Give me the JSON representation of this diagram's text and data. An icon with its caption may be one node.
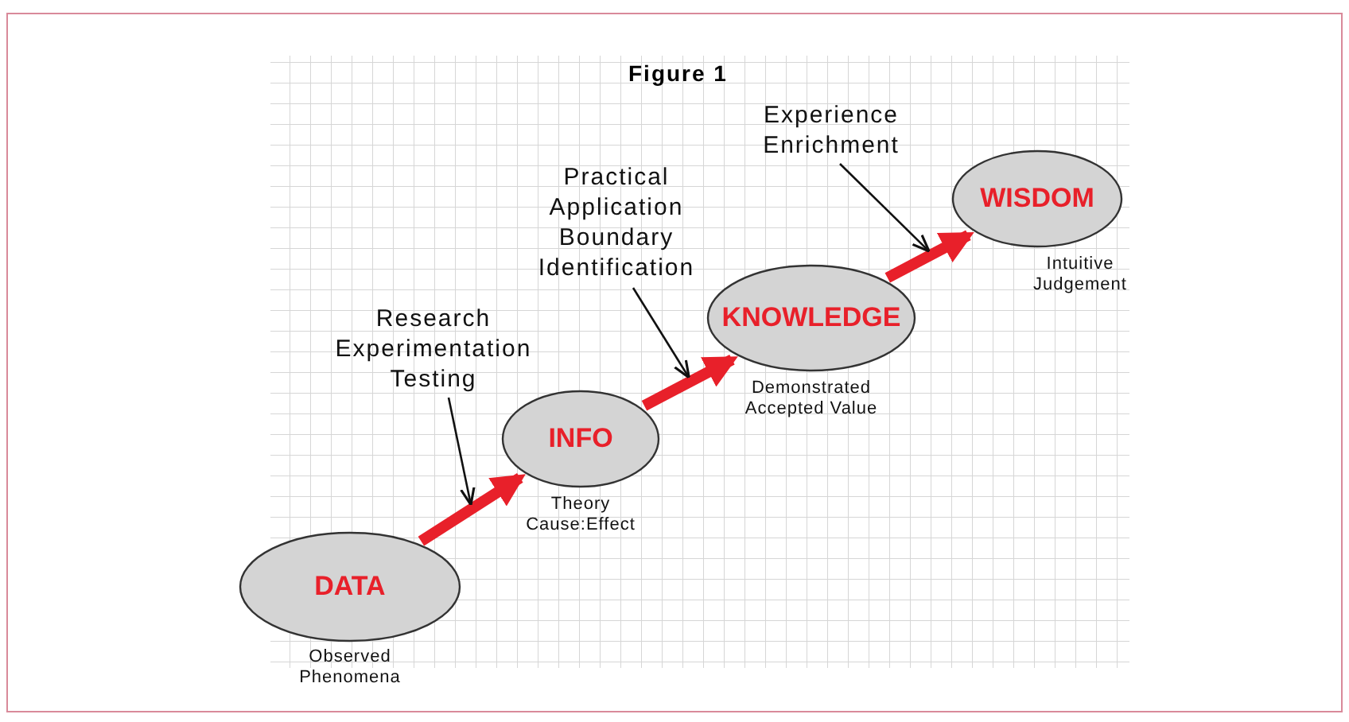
{
  "diagram": {
    "title": "Figure 1",
    "nodes": [
      {
        "text": [
          "DATA"
        ],
        "beside": [
          "Observed Phenomena"
        ]
      },
      {
        "text": [
          "INFO"
        ],
        "beside": [
          "Theory Cause:Effect"
        ]
      },
      {
        "text": [
          "KNOWLEDGE"
        ],
        "beside": [
          "Demonstrated Accepted Value"
        ]
      },
      {
        "text": [
          "WISDOM"
        ],
        "beside": [
          "Intuitive Judgement"
        ]
      },
      {
        "text": [
          "Research Experimentation Testing"
        ]
      },
      {
        "text": [
          "Practical Application Boundary Identification"
        ]
      },
      {
        "text": [
          "Experience Enrichment"
        ]
      }
    ],
    "edges": [
      {
        "from": 0,
        "to": 1,
        "arrow": "to",
        "style": "thick",
        "color": "#e8202a"
      },
      {
        "from": 1,
        "to": 2,
        "arrow": "to",
        "style": "thick",
        "color": "#e8202a"
      },
      {
        "from": 2,
        "to": 3,
        "arrow": "to",
        "style": "thick",
        "color": "#e8202a"
      },
      {
        "from": 4,
        "to": null,
        "arrow": "to",
        "color": "#111111"
      },
      {
        "from": 5,
        "to": null,
        "arrow": "to",
        "color": "#111111"
      },
      {
        "from": 6,
        "to": null,
        "arrow": "to",
        "color": "#111111"
      }
    ]
  }
}
